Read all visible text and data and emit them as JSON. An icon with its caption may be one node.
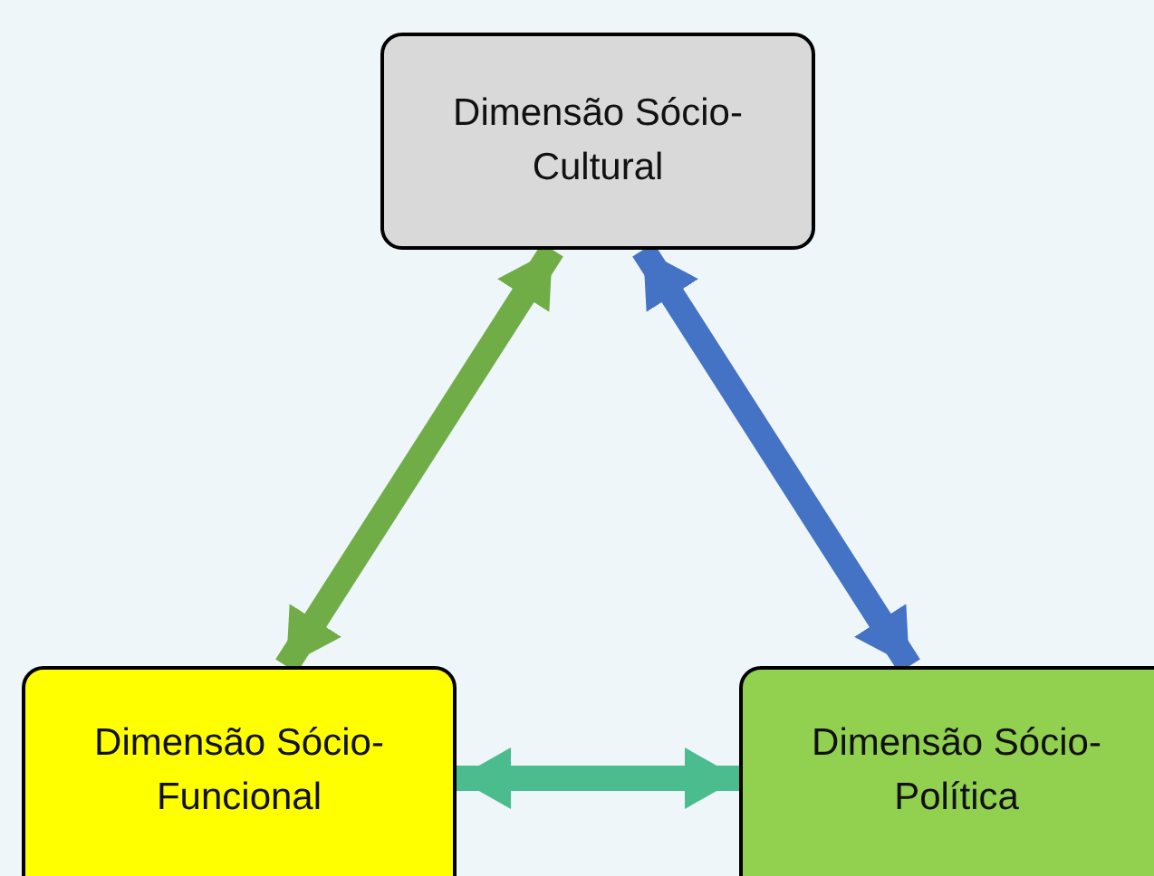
{
  "diagram": {
    "nodes": [
      {
        "text": [
          "Dimensão Sócio-Cultural"
        ]
      },
      {
        "text": [
          "Dimensão Sócio-Funcional"
        ]
      },
      {
        "text": [
          "Dimensão Sócio-Política"
        ]
      }
    ],
    "edges": [
      {
        "from": 1,
        "to": 0,
        "arrow": "both",
        "color": "#70ad47"
      },
      {
        "from": 0,
        "to": 2,
        "arrow": "both",
        "color": "#4472c4"
      },
      {
        "from": 1,
        "to": 2,
        "arrow": "both",
        "color": "#4bbc8e"
      }
    ]
  }
}
